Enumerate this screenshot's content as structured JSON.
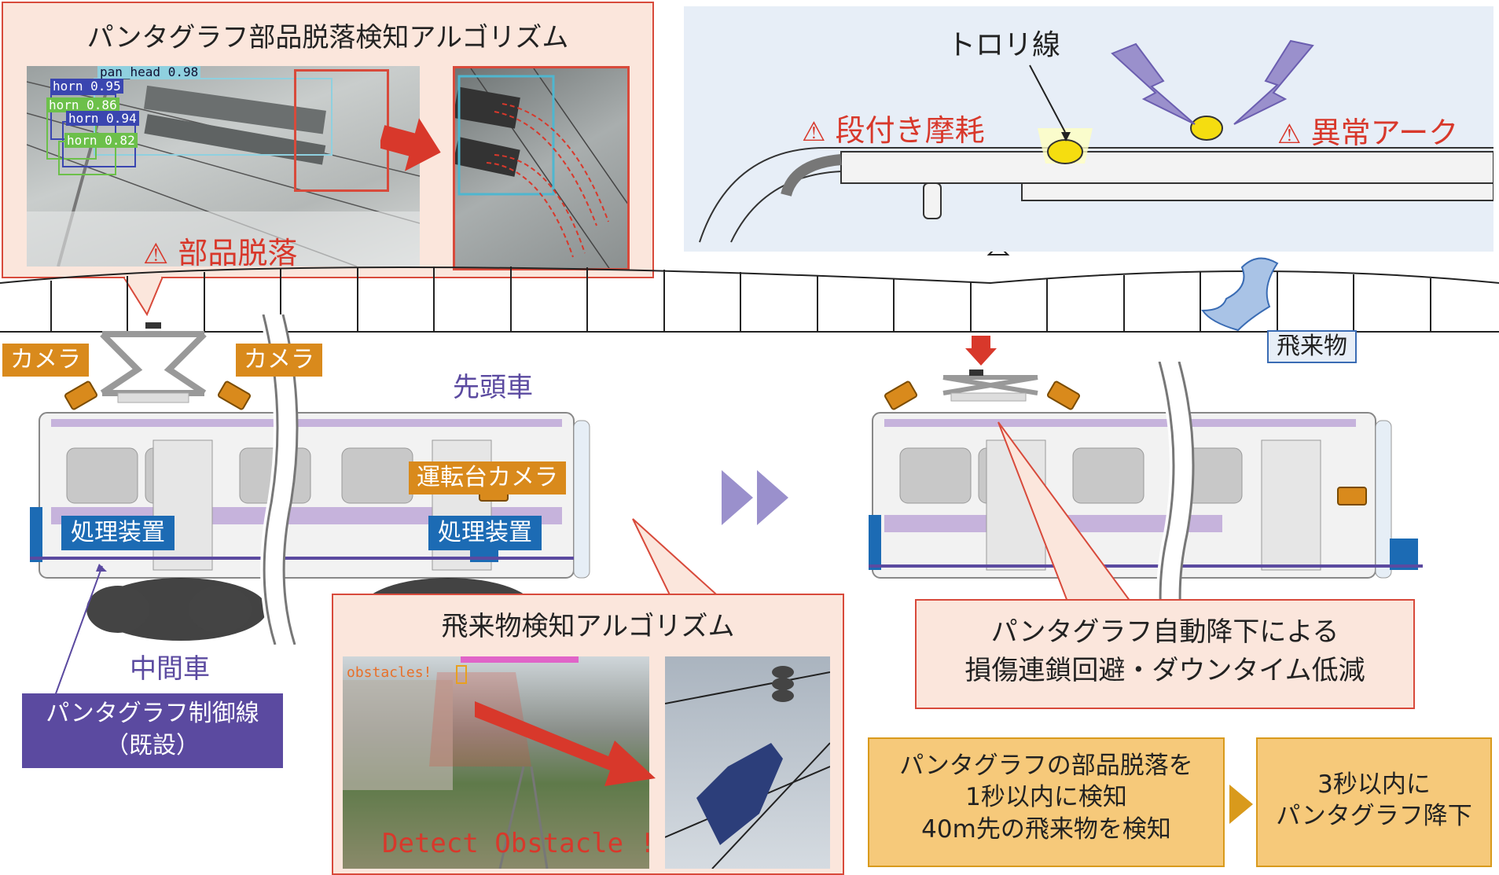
{
  "colors": {
    "accent_red": "#d8382b",
    "orange": "#d98a1c",
    "blue": "#1c6bb4",
    "purple": "#5b4aa0",
    "panel_bg": "#fbe6dc",
    "yellow_box": "#f6c97a"
  },
  "part_detect": {
    "title": "パンタグラフ部品脱落検知アルゴリズム",
    "labels": [
      "pan_head 0.98",
      "horn 0.95",
      "horn 0.94",
      "horn 0.86",
      "horn 0.82"
    ],
    "warning": "部品脱落"
  },
  "wire_detail": {
    "trolley_label": "トロリ線",
    "step_wear": "段付き摩耗",
    "abnormal_arc": "異常アーク"
  },
  "train_left": {
    "camera_left": "カメラ",
    "camera_right": "カメラ",
    "lead_car": "先頭車",
    "cab_camera": "運転台カメラ",
    "processor_left": "処理装置",
    "processor_right": "処理装置",
    "middle_car": "中間車",
    "control_line_1": "パンタグラフ制御線",
    "control_line_2": "（既設）"
  },
  "obstacle_detect": {
    "title": "飛来物検知アルゴリズム",
    "tag": "obstacles!",
    "detect_text": "Detect Obstacle !"
  },
  "train_right": {
    "flying_object": "飛来物",
    "result_line_1": "パンタグラフ自動降下による",
    "result_line_2": "損傷連鎖回避・ダウンタイム低減"
  },
  "summary": {
    "box1_line1": "パンタグラフの部品脱落を",
    "box1_line2": "1秒以内に検知",
    "box1_line3": "40m先の飛来物を検知",
    "box2_line1": "3秒以内に",
    "box2_line2": "パンタグラフ降下"
  }
}
